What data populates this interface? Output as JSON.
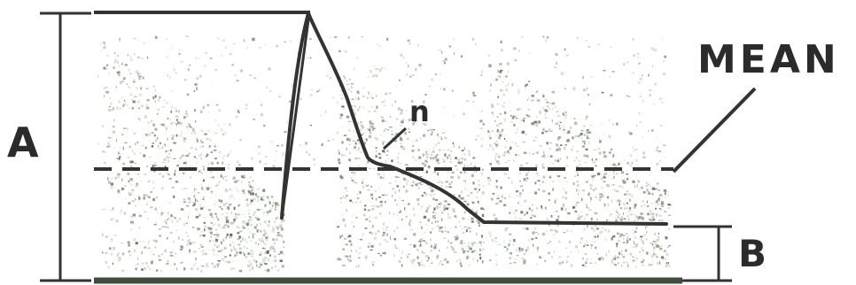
{
  "labels": {
    "a": "A",
    "b": "B",
    "n": "n",
    "mean": "MEAN"
  },
  "colors": {
    "line": "#333333",
    "baseline": "#3d4f3a",
    "speckle_dark": "#4f6448",
    "speckle_mid": "#7b8a70",
    "speckle_light": "#c3cab8"
  }
}
